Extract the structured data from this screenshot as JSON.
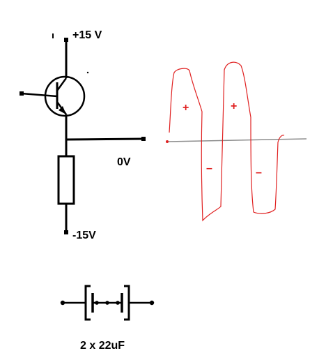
{
  "labels": {
    "positive_supply": "+15 V",
    "output_rail": "0V",
    "negative_supply": "-15V",
    "capacitor_caption": "2 x 22uF"
  },
  "waveform": {
    "positive_half_sign": "+",
    "negative_half_sign": "–",
    "color": "#e02020",
    "baseline_color": "#8c8c8c"
  },
  "colors": {
    "circuit": "#000000"
  }
}
